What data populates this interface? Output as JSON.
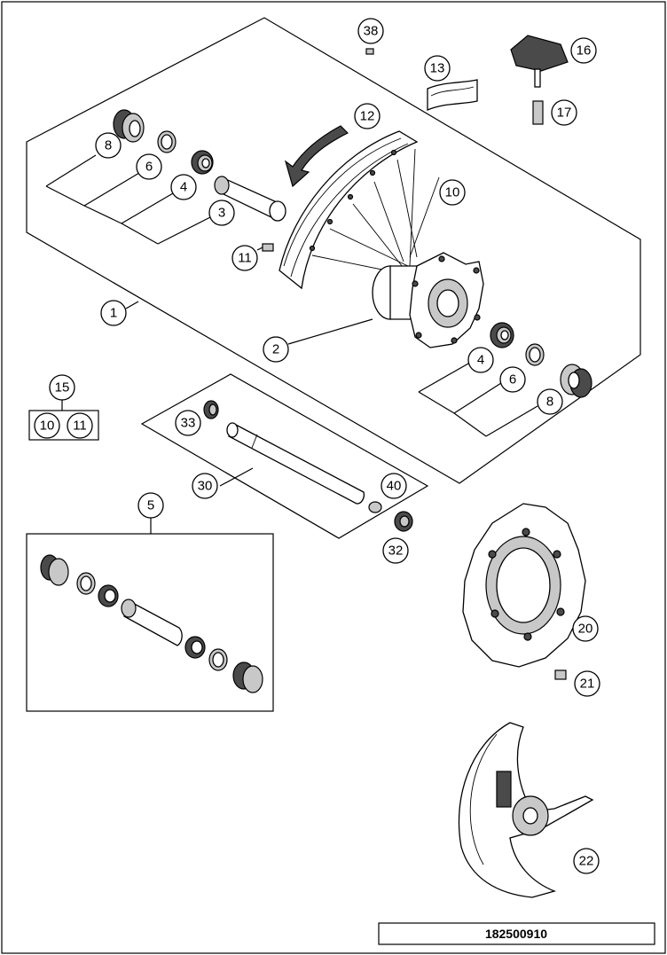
{
  "diagram": {
    "document_number": "182500910",
    "callouts": {
      "c38": "38",
      "c16": "16",
      "c13": "13",
      "c17": "17",
      "c12": "12",
      "c8a": "8",
      "c6a": "6",
      "c4a": "4",
      "c3": "3",
      "c10a": "10",
      "c11a": "11",
      "c1": "1",
      "c2": "2",
      "c4b": "4",
      "c6b": "6",
      "c8b": "8",
      "c15": "15",
      "c10b": "10",
      "c11b": "11",
      "c33": "33",
      "c30": "30",
      "c40": "40",
      "c32": "32",
      "c5": "5",
      "c20": "20",
      "c21": "21",
      "c22": "22"
    }
  }
}
